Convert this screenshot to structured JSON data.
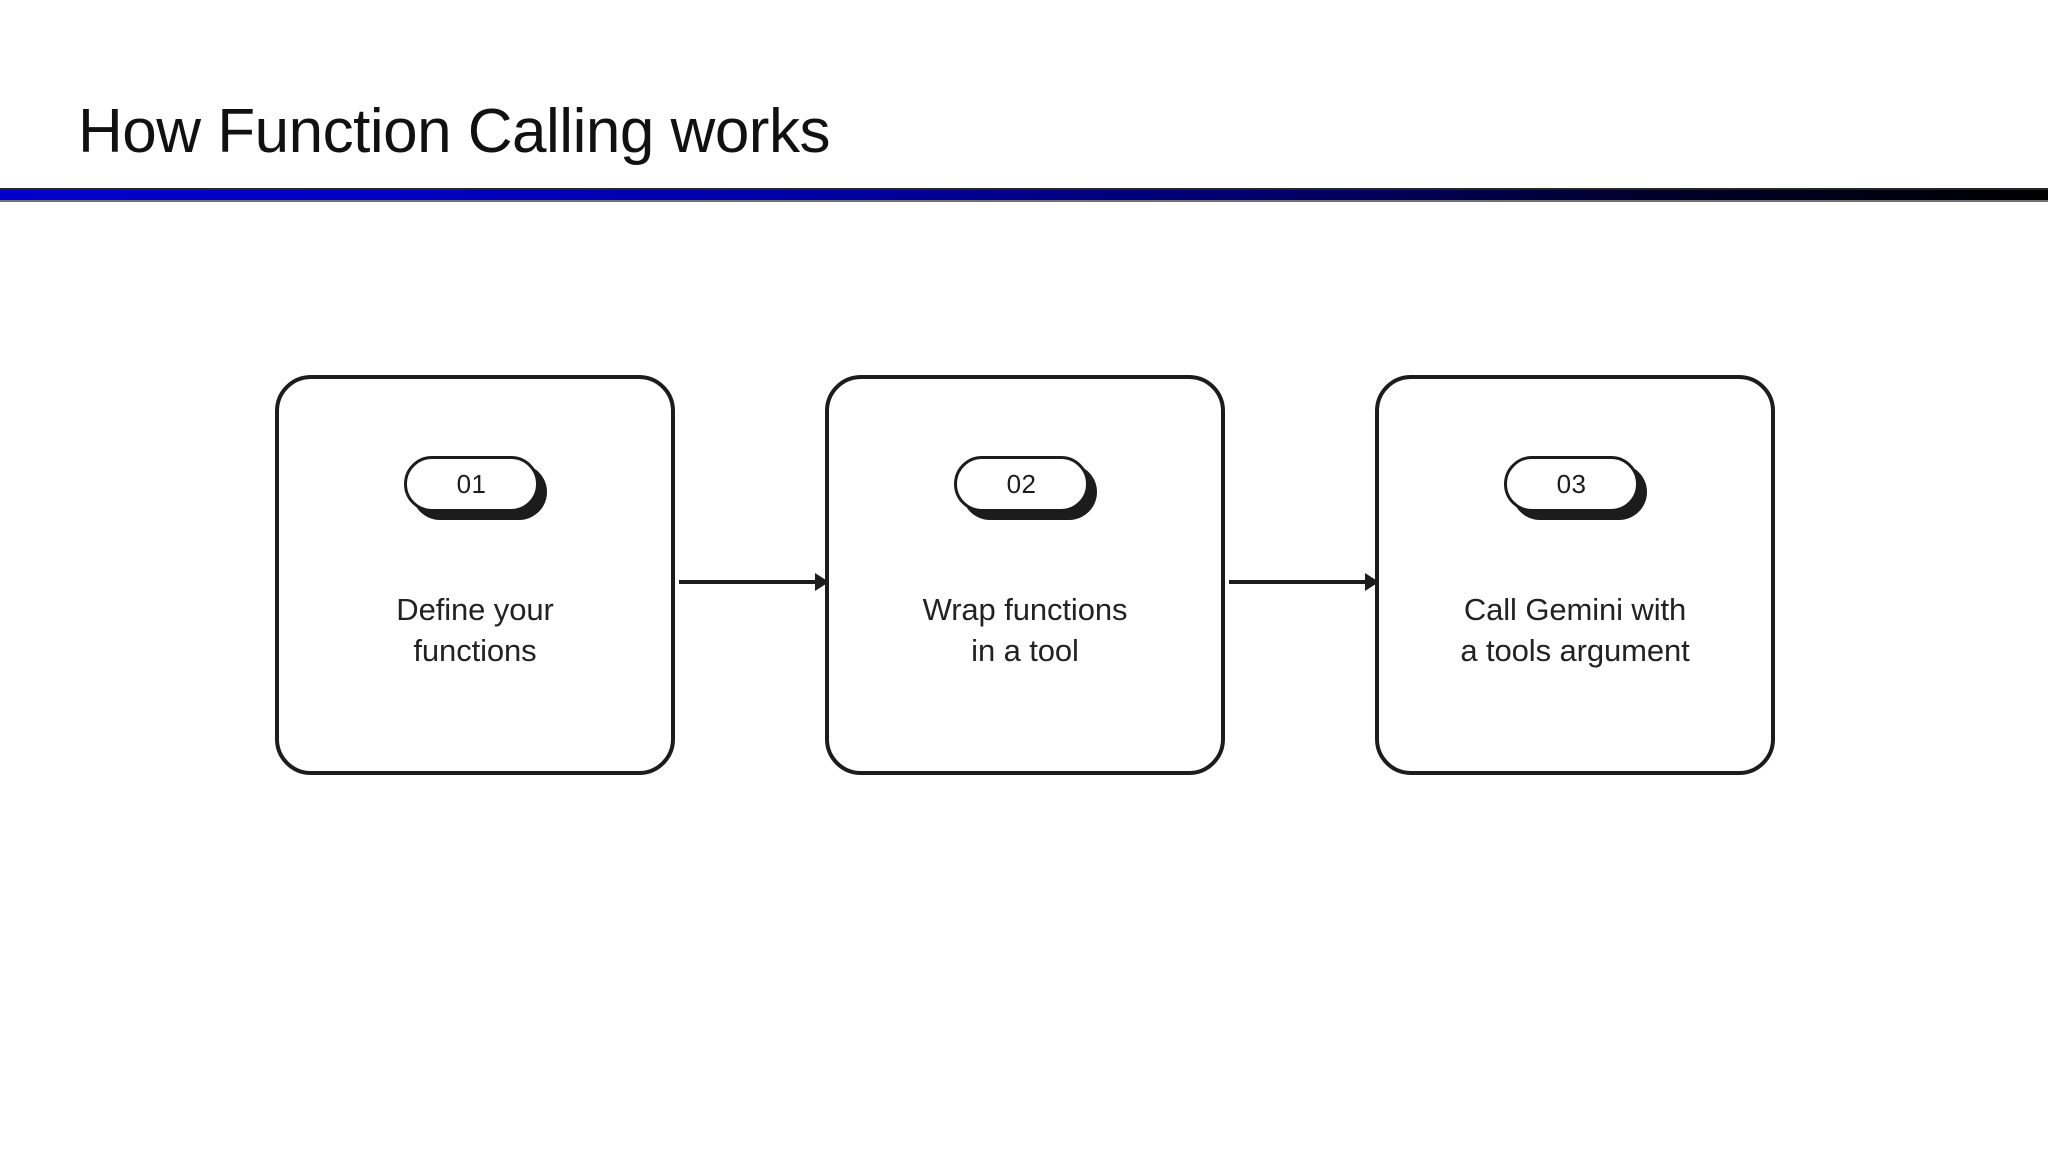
{
  "slide": {
    "title": "How Function Calling works",
    "rule_color_start": "#0000cc",
    "rule_color_end": "#000000",
    "background": "#ffffff",
    "text_color": "#1c1c1c"
  },
  "flow": {
    "steps": [
      {
        "badge": "01",
        "label_line1": "Define your",
        "label_line2": "functions"
      },
      {
        "badge": "02",
        "label_line1": "Wrap functions",
        "label_line2": "in a tool"
      },
      {
        "badge": "03",
        "label_line1": "Call Gemini with",
        "label_line2": "a tools argument"
      }
    ],
    "connectors": [
      {
        "from": "01",
        "to": "02",
        "icon": "arrow-right-icon"
      },
      {
        "from": "02",
        "to": "03",
        "icon": "arrow-right-icon"
      }
    ]
  }
}
